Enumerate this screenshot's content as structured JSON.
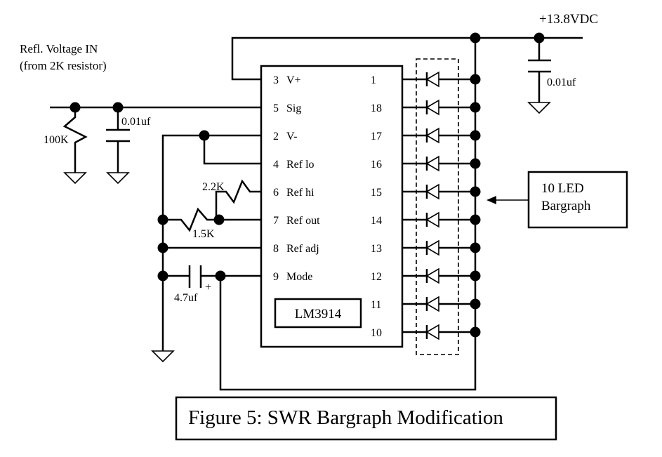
{
  "input_label": {
    "line1": "Refl. Voltage IN",
    "line2": "(from 2K resistor)"
  },
  "supply_label": "+13.8VDC",
  "components": {
    "r_input": "100K",
    "c_input": "0.01uf",
    "r_refhi": "2.2K",
    "r_refout": "1.5K",
    "c_mode": "4.7uf",
    "c_mode_polarity": "+",
    "c_supply": "0.01uf"
  },
  "ic": {
    "name": "LM3914",
    "left_pins": [
      {
        "num": "3",
        "name": "V+"
      },
      {
        "num": "5",
        "name": "Sig"
      },
      {
        "num": "2",
        "name": "V-"
      },
      {
        "num": "4",
        "name": "Ref lo"
      },
      {
        "num": "6",
        "name": "Ref hi"
      },
      {
        "num": "7",
        "name": "Ref out"
      },
      {
        "num": "8",
        "name": "Ref adj"
      },
      {
        "num": "9",
        "name": "Mode"
      }
    ],
    "right_pins": [
      "1",
      "18",
      "17",
      "16",
      "15",
      "14",
      "13",
      "12",
      "11",
      "10"
    ]
  },
  "bargraph_label": {
    "line1": "10 LED",
    "line2": "Bargraph"
  },
  "caption": "Figure 5:  SWR Bargraph Modification"
}
